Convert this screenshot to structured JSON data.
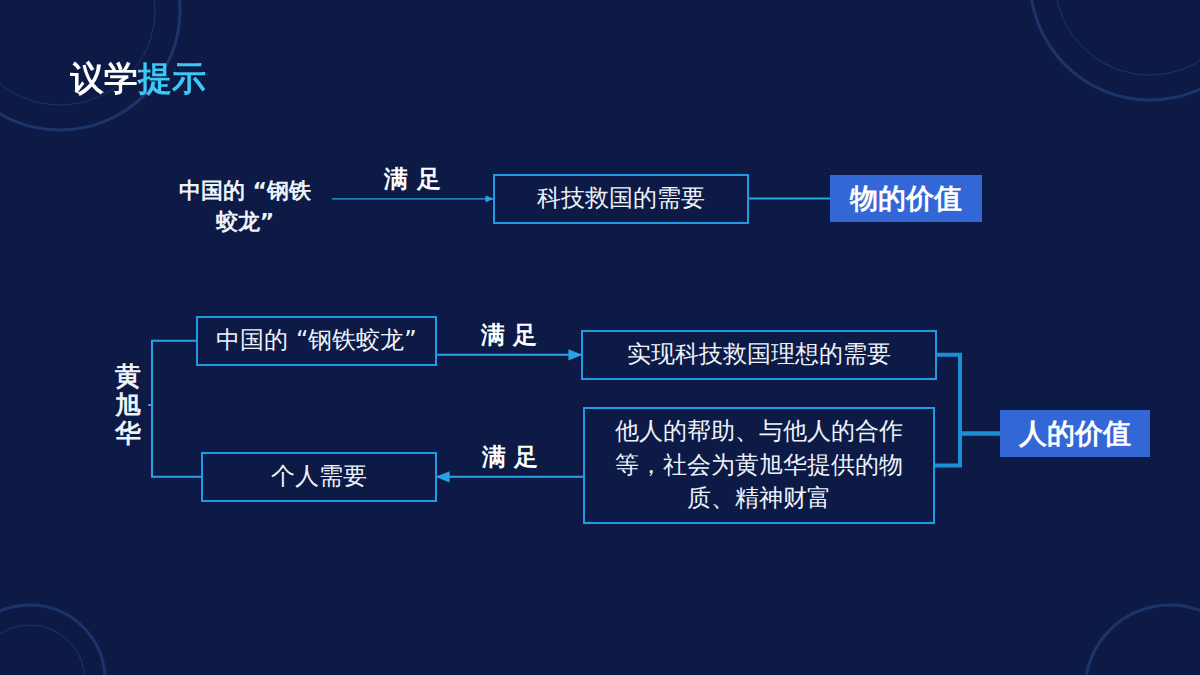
{
  "diagram": {
    "title": "议学提示",
    "nodes": [
      {
        "text": [
          "中国的 “钢铁蛟龙”"
        ]
      },
      {
        "text": [
          "科技救国的需要"
        ]
      },
      {
        "text": [
          "物的价值"
        ]
      },
      {
        "text": [
          "黄旭华"
        ]
      },
      {
        "text": [
          "中国的 “钢铁蛟龙”"
        ]
      },
      {
        "text": [
          "个人需要"
        ]
      },
      {
        "text": [
          "实现科技救国理想的需要"
        ]
      },
      {
        "text": [
          "他人的帮助、与他人的合作等，社会为黄旭华提供的物质、精神财富"
        ]
      },
      {
        "text": [
          "人的价值"
        ]
      }
    ],
    "edges": [
      {
        "from": 0,
        "to": 1,
        "label": "满 足",
        "arrow": "to"
      },
      {
        "from": 1,
        "to": 2,
        "arrow": "none"
      },
      {
        "from": 3,
        "to": 4,
        "arrow": "none"
      },
      {
        "from": 3,
        "to": 5,
        "arrow": "none"
      },
      {
        "from": 4,
        "to": 6,
        "label": "满 足",
        "arrow": "to"
      },
      {
        "from": 7,
        "to": 5,
        "label": "满 足",
        "arrow": "to"
      },
      {
        "from": 6,
        "to": 8,
        "arrow": "none"
      },
      {
        "from": 7,
        "to": 8,
        "arrow": "none"
      }
    ]
  }
}
